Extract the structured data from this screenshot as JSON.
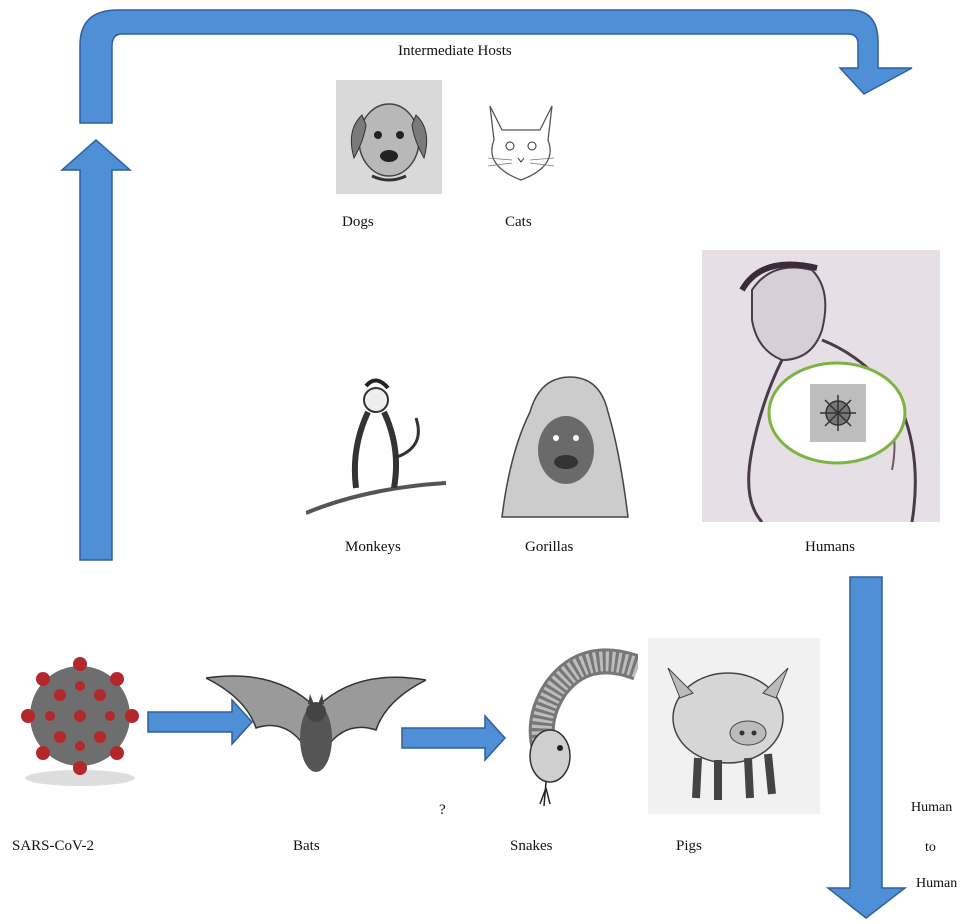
{
  "diagram": {
    "title": "Intermediate  Hosts",
    "labels": {
      "dogs": "Dogs",
      "cats": "Cats",
      "monkeys": "Monkeys",
      "gorillas": "Gorillas",
      "humans": "Humans",
      "sars": "SARS-CoV-2",
      "bats": "Bats",
      "question": "?",
      "snakes": "Snakes",
      "pigs": "Pigs",
      "h2h_line1": "Human",
      "h2h_line2": "to",
      "h2h_line3": "Human"
    },
    "colors": {
      "arrow_fill": "#4f8fd6",
      "arrow_stroke": "#2f5f9e",
      "virus_body": "#6e6e6e",
      "virus_spikes": "#b3282d",
      "highlight_ring": "#7cb342"
    },
    "icons": [
      "virus-icon",
      "dog-icon",
      "cat-icon",
      "monkey-icon",
      "gorilla-icon",
      "human-icon",
      "bat-icon",
      "snake-icon",
      "pig-icon"
    ]
  }
}
